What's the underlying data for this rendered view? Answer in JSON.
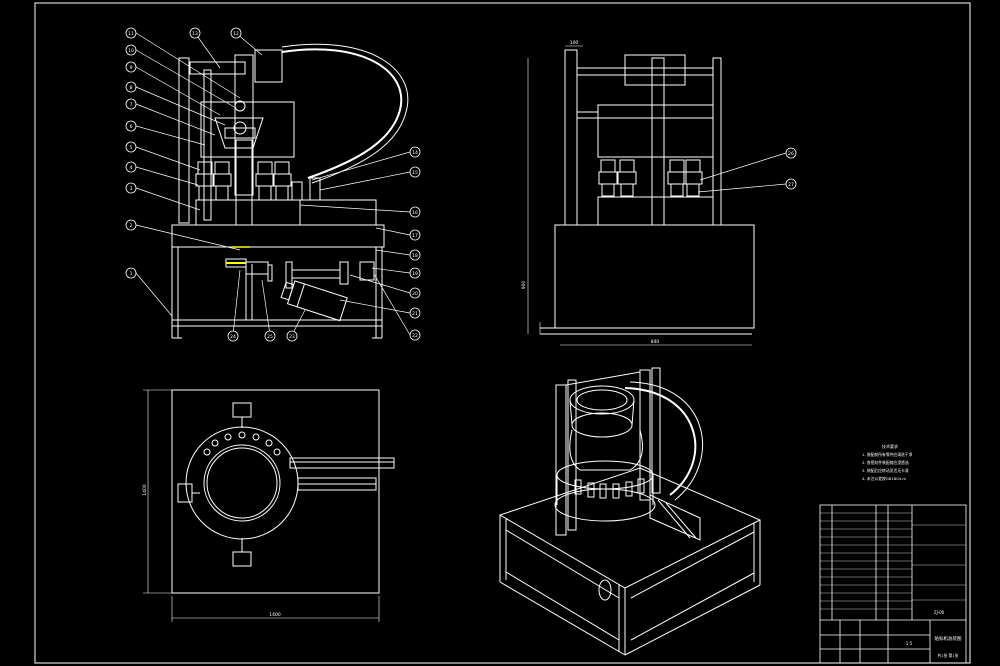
{
  "drawing": {
    "background": "#000000",
    "line_color": "#ffffff",
    "accent_color": "#ffff00"
  },
  "front_view": {
    "callouts_left": [
      "11",
      "10",
      "9",
      "8",
      "7",
      "6",
      "5",
      "4",
      "3",
      "2",
      "1"
    ],
    "callouts_top": [
      "13",
      "12"
    ],
    "callouts_right": [
      "14",
      "15",
      "16",
      "17",
      "18",
      "19",
      "20",
      "21",
      "22"
    ],
    "callouts_bottom": [
      "24",
      "25",
      "23"
    ]
  },
  "side_view": {
    "callouts": [
      "26",
      "27"
    ],
    "dim_width": "840",
    "dim_height": "900",
    "dim_top": "100"
  },
  "plan_view": {
    "dim_width": "1400",
    "dim_height": "1400"
  },
  "notes": {
    "heading": "技术要求",
    "lines": [
      "1. 装配前所有零件应清洗干净",
      "2. 各密封件装配前应浸透油",
      "3. 装配后应转动灵活无卡滞",
      "4. 未注公差按GB1804-m"
    ]
  },
  "title_block": {
    "drawing_title": "贴标机总装图",
    "scale": "1:5",
    "sheet": "共1张 第1张",
    "drawing_no": "ZJ-00"
  }
}
